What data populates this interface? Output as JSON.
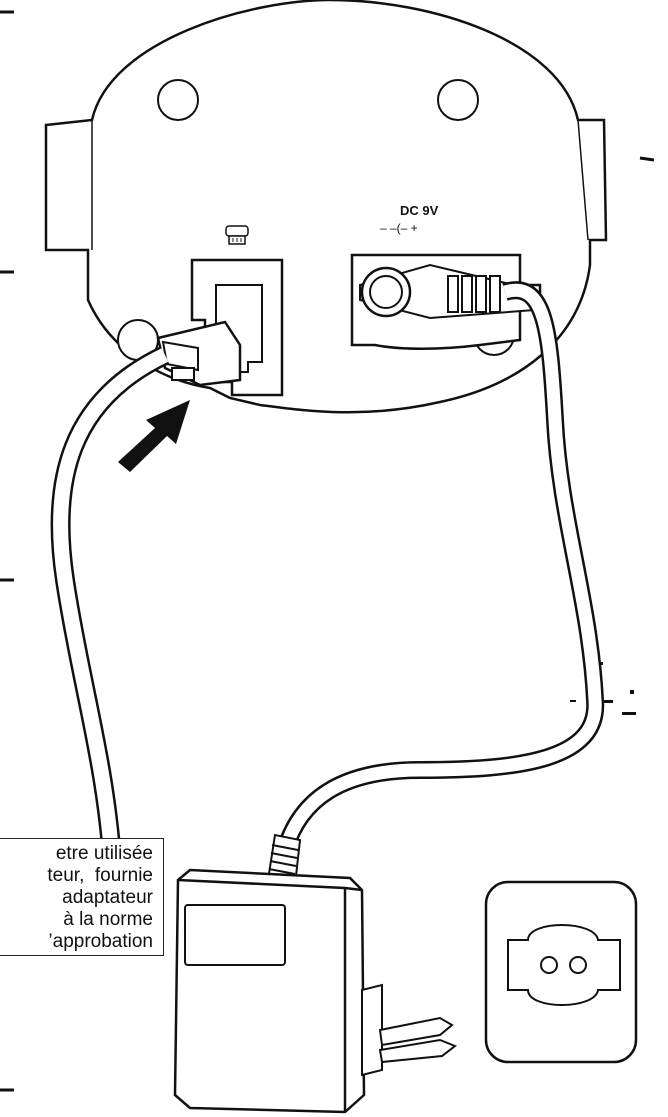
{
  "figure": {
    "power_label": "DC 9V",
    "polarity_label": "– –(– +",
    "note_lines": [
      "etre utilisée",
      "teur,  fournie",
      "adaptateur",
      "à la norme",
      "’approbation"
    ]
  }
}
